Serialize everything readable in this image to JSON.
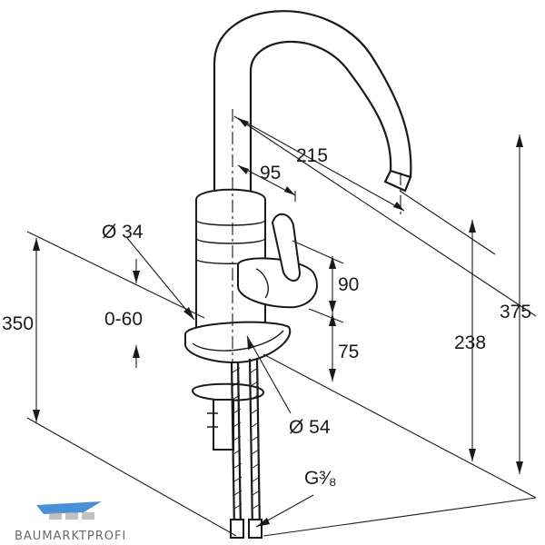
{
  "dimensions": {
    "spout_reach": "215",
    "handle_offset": "95",
    "body_diameter": "Ø 34",
    "mount_thickness": "0-60",
    "max_height": "350",
    "handle_height": "90",
    "base_height": "75",
    "outlet_height": "238",
    "total_height": "375",
    "base_diameter": "Ø 54",
    "connection_thread": "G³⁄₈"
  },
  "logo": {
    "text": "BAUMARKTPROFI",
    "color": "#4a90d9"
  }
}
